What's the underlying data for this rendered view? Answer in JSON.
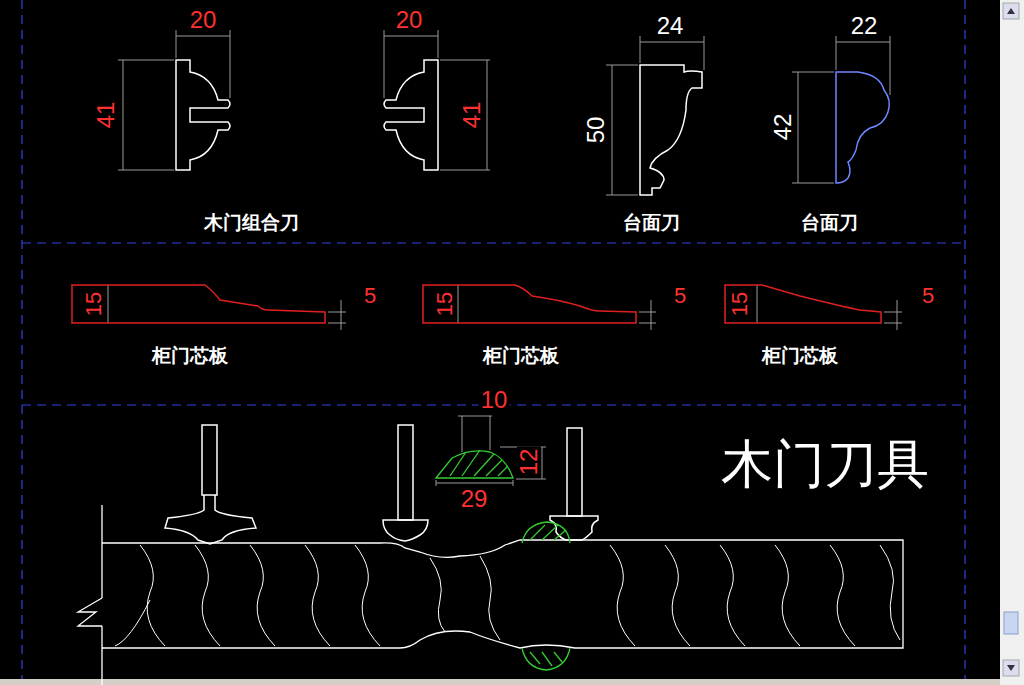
{
  "diagram": {
    "title": "木门刀具",
    "labels": [
      "20",
      "41",
      "20",
      "41",
      "24",
      "50",
      "22",
      "42",
      "木门组合刀",
      "台面刀",
      "台面刀",
      "15",
      "5",
      "柜门芯板",
      "15",
      "5",
      "柜门芯板",
      "15",
      "5",
      "柜门芯板",
      "10",
      "12",
      "29"
    ]
  }
}
